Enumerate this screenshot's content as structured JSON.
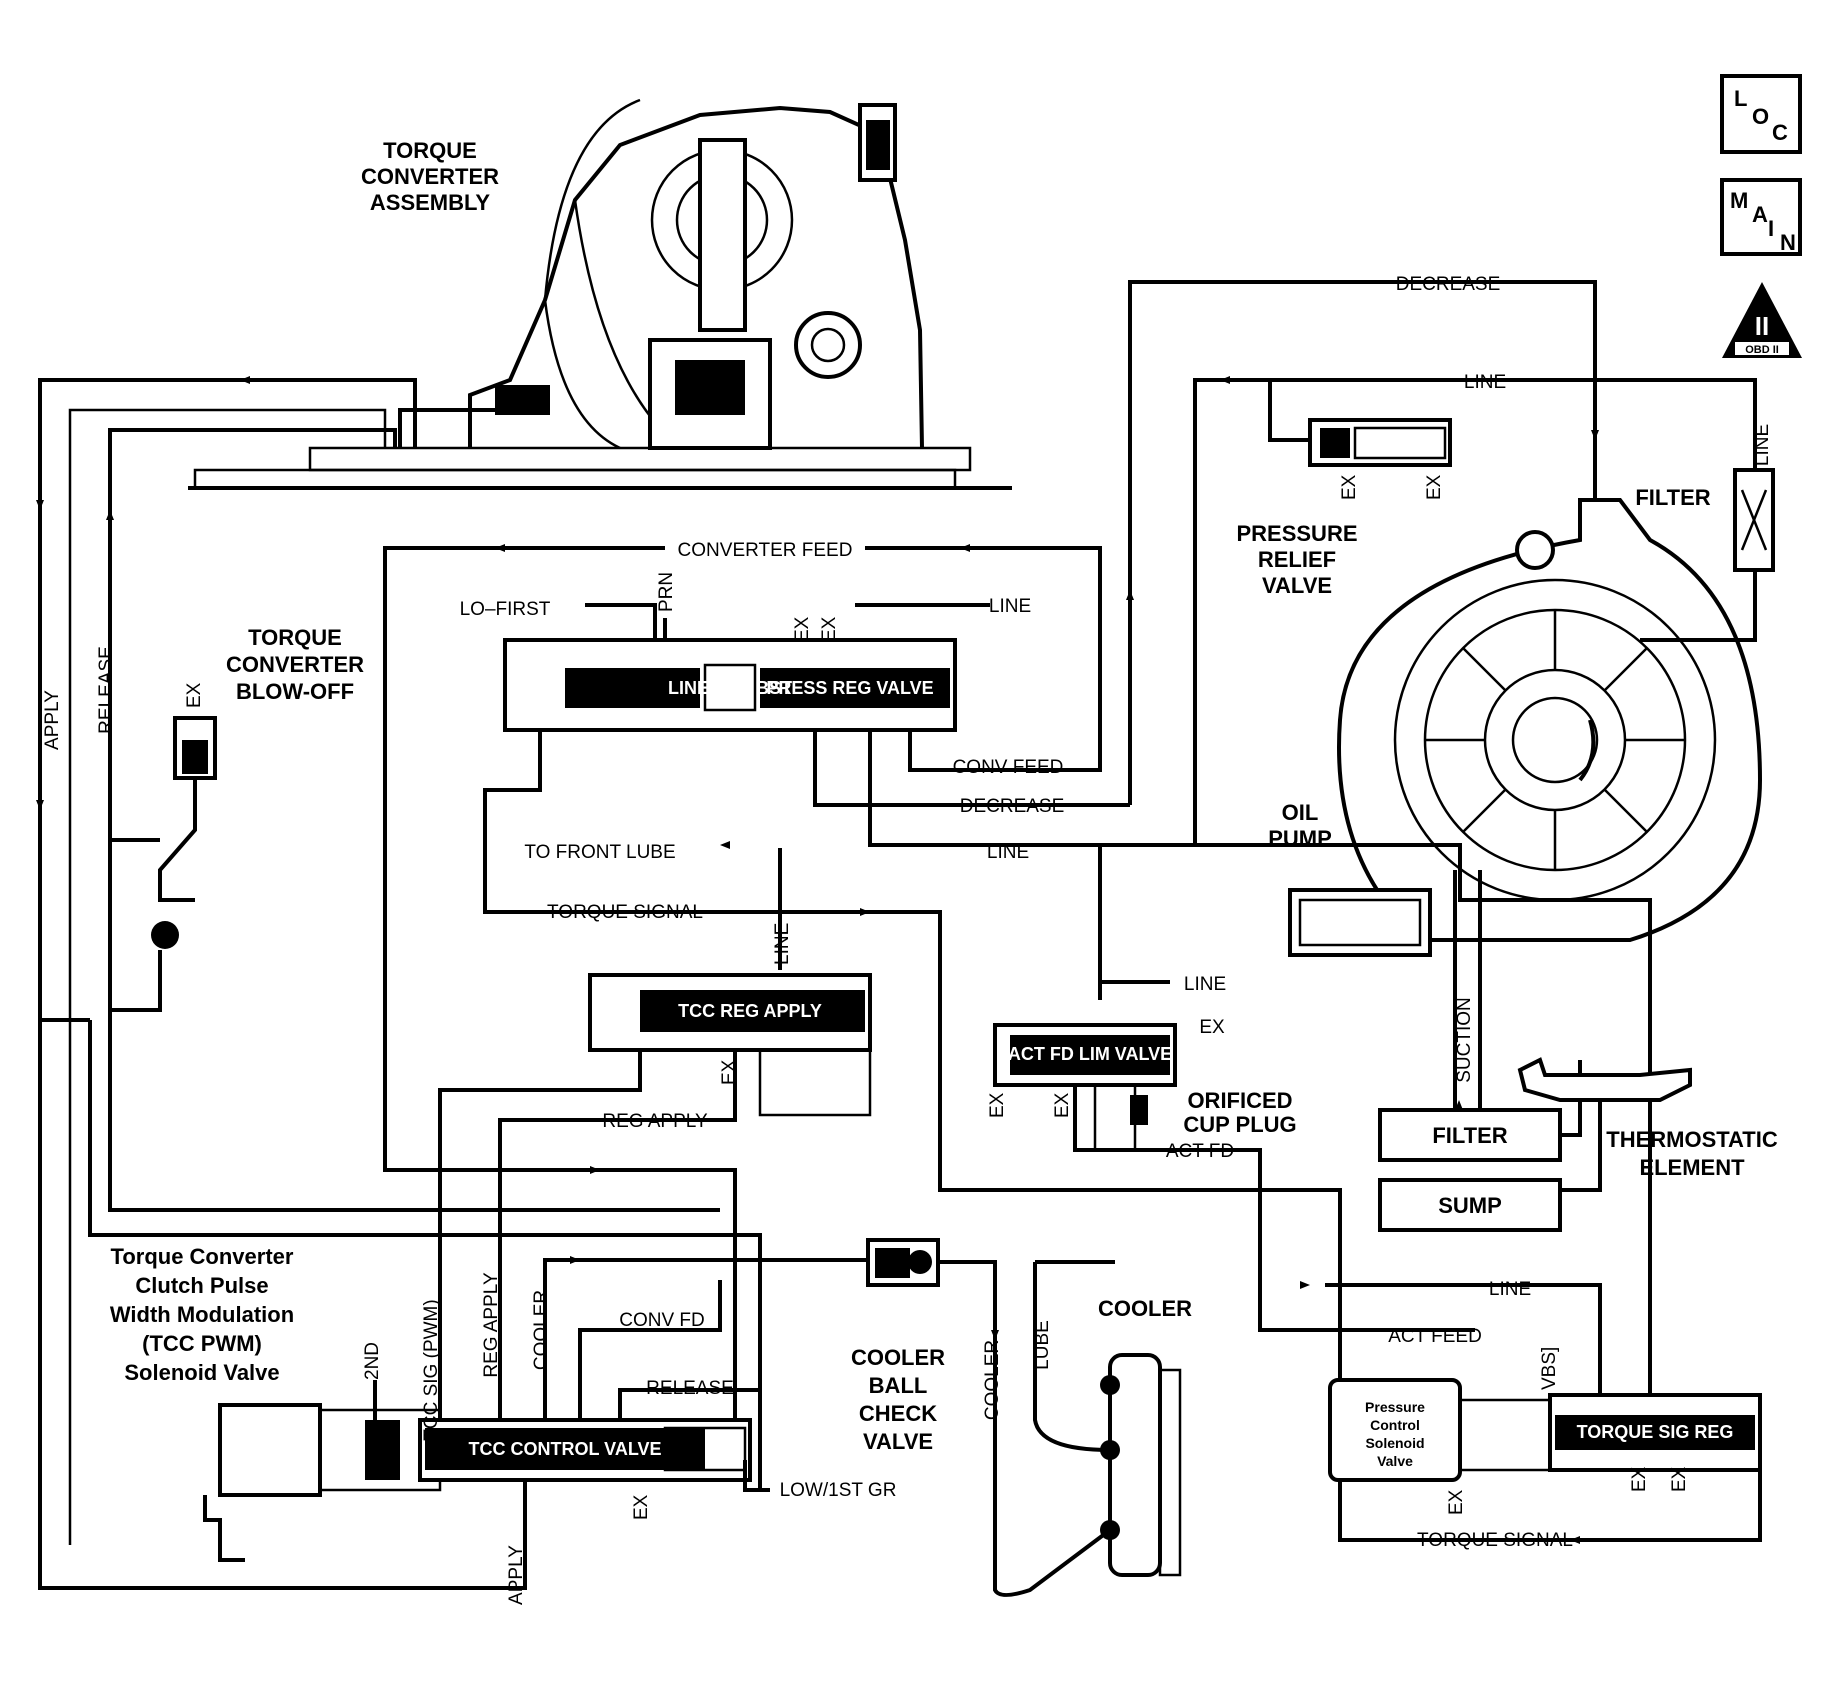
{
  "nav": {
    "loc": [
      "L",
      "O",
      "C"
    ],
    "main": [
      "M",
      "A",
      "I",
      "N"
    ],
    "obd": {
      "roman": "II",
      "label": "OBD II"
    }
  },
  "components": {
    "torque_converter": [
      "TORQUE",
      "CONVERTER",
      "ASSEMBLY"
    ],
    "blow_off": [
      "TORQUE",
      "CONVERTER",
      "BLOW-OFF"
    ],
    "pressure_relief": [
      "PRESSURE",
      "RELIEF",
      "VALVE"
    ],
    "filter_top": "FILTER",
    "oil_pump": [
      "OIL",
      "PUMP"
    ],
    "orificed_cup_plug": [
      "ORIFICED",
      "CUP PLUG"
    ],
    "thermostatic": [
      "THERMOSTATIC",
      "ELEMENT"
    ],
    "filter_box": "FILTER",
    "sump_box": "SUMP",
    "cooler": "COOLER",
    "cooler_ball": [
      "COOLER",
      "BALL",
      "CHECK",
      "VALVE"
    ],
    "tcc_pwm": [
      "Torque Converter",
      "Clutch Pulse",
      "Width Modulation",
      "(TCC PWM)",
      "Solenoid Valve"
    ],
    "pcs": [
      "Pressure",
      "Control",
      "Solenoid",
      "Valve"
    ]
  },
  "valves": {
    "line_rev_bst": "LINE REV BST",
    "press_reg_valve": "PRESS REG VALVE",
    "tcc_reg_apply": "TCC REG APPLY",
    "act_fd_lim_valve": "ACT FD LIM VALVE",
    "tcc_control_valve": "TCC CONTROL VALVE",
    "torque_sig_reg": "TORQUE SIG REG"
  },
  "passages": {
    "decrease_top": "DECREASE",
    "line_top": "LINE",
    "line_vertical": "LINE",
    "converter_feed": "CONVERTER FEED",
    "lo_first": "LO–FIRST",
    "prn": "PRN",
    "ex": "EX",
    "line_right": "LINE",
    "conv_feed": "CONV FEED",
    "decrease_mid": "DECREASE",
    "to_front_lube": "TO FRONT LUBE",
    "line_mid": "LINE",
    "torque_signal": "TORQUE SIGNAL",
    "line_v": "LINE",
    "reg_apply": "REG APPLY",
    "line_act": "LINE",
    "act_fd": "ACT FD",
    "suction": "SUCTION",
    "apply_left": "APPLY",
    "release_left": "RELEASE",
    "tcc_sig_pwm": "TCC SIG (PWM)",
    "reg_apply_v": "REG APPLY",
    "cooler_v": "COOLER",
    "conv_fd": "CONV FD",
    "release_small": "RELEASE",
    "second": "2ND",
    "low_1st_gr": "LOW/1ST GR",
    "apply_bottom": "APPLY",
    "cooler_right": "COOLER",
    "lube": "LUBE",
    "line_lower_right": "LINE",
    "act_feed": "ACT FEED",
    "vbs": "VBS]",
    "torque_signal_bottom": "TORQUE SIGNAL"
  }
}
